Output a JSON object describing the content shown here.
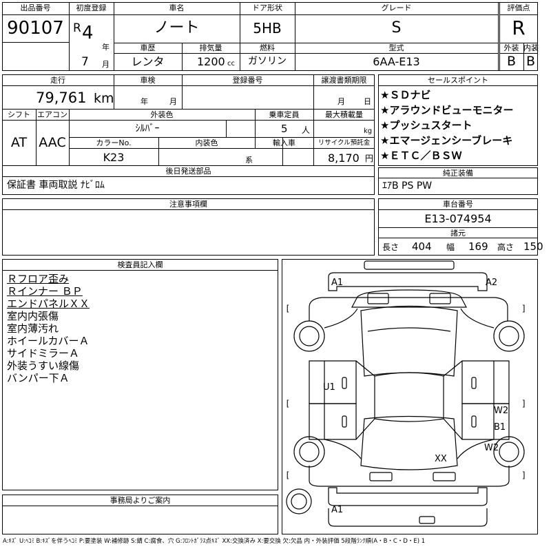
{
  "header": {
    "lot_no_label": "出品番号",
    "lot_no": "90107",
    "first_reg_label": "初度登録",
    "era": "R",
    "year": "4",
    "year_unit": "年",
    "month": "7",
    "month_unit": "月",
    "car_name_label": "車名",
    "car_name": "ノート",
    "door_label": "ドア形状",
    "door": "5HB",
    "grade_label": "グレード",
    "grade": "S",
    "score_label": "評価点",
    "score": "R",
    "history_label": "車歴",
    "history": "レンタ",
    "displacement_label": "排気量",
    "displacement": "1200",
    "displacement_unit": "cc",
    "fuel_label": "燃料",
    "fuel": "ガソリン",
    "model_label": "型式",
    "model": "6AA-E13",
    "exterior_label": "外装",
    "exterior": "B",
    "interior_label": "内装",
    "interior": "B"
  },
  "mid": {
    "mileage_label": "走行",
    "mileage": "79,761",
    "mileage_unit": "km",
    "inspection_label": "車検",
    "inspection_year_unit": "年",
    "inspection_month_unit": "月",
    "reg_no_label": "登録番号",
    "transfer_label": "譲渡書類期限",
    "transfer_month_unit": "月",
    "transfer_day_unit": "日",
    "shift_label": "シフト",
    "shift": "AT",
    "ac_label": "エアコン",
    "ac": "AAC",
    "color_label": "外装色",
    "color": "ｼﾙﾊﾞｰ",
    "capacity_label": "乗車定員",
    "capacity": "5",
    "capacity_unit": "人",
    "load_label": "最大積載量",
    "load_unit": "kg",
    "color_no_label": "カラーNo.",
    "color_no": "K23",
    "int_color_label": "内装色",
    "int_color_unit": "系",
    "import_label": "輸入車",
    "recycle_label": "リサイクル預託金",
    "recycle": "8,170",
    "recycle_unit": "円"
  },
  "sales": {
    "label": "セールスポイント",
    "items": [
      "★ＳＤナビ",
      "★アラウンドビューモニター",
      "★プッシュスタート",
      "★エマージェンシーブレーキ",
      "★ＥＴＣ／ＢＳＷ"
    ]
  },
  "later_parts": {
    "label": "後日発送部品",
    "value": "保証書 車両取説 ﾅﾋﾞﾛﾑ"
  },
  "equipment": {
    "label": "純正装備",
    "value": "ｴｱB PS PW"
  },
  "caution": {
    "label": "注意事項欄"
  },
  "chassis": {
    "label": "車台番号",
    "value": "E13-074954"
  },
  "dims": {
    "label": "諸元",
    "length_label": "長さ",
    "length": "404",
    "width_label": "幅",
    "width": "169",
    "height_label": "高さ",
    "height": "150"
  },
  "inspector": {
    "label": "検査員記入欄",
    "lines": [
      "Ｒフロア歪み",
      "Ｒインナー ＢＰ",
      "エンドパネルＸＸ",
      "室内内張傷",
      "室内薄汚れ",
      "ホイールカバーＡ",
      "サイドミラーＡ",
      "外装うすい線傷",
      "バンパー下Ａ"
    ]
  },
  "office": {
    "label": "事務局よりご案内"
  },
  "diagram": {
    "marks": {
      "a1_front": "A1",
      "a2_front": "A2",
      "u1": "U1",
      "w2_upper": "W2",
      "b1": "B1",
      "w2_lower": "W2",
      "xx": "XX",
      "a1_rear": "A1"
    }
  },
  "legend": "A:ｷｽﾞ U:ﾍｺﾐ B:ｷｽﾞを伴うﾍｺﾐ P:要塗装 W:補修跡 S:錆 C:腐食、穴 G:ﾌﾛﾝﾄｶﾞﾗｽ点ｷｽﾞ XX:交換済み X:要交換 欠:欠品 内・外装評価 5段階ﾗﾝｸ順(A・B・C・D・E) 1"
}
